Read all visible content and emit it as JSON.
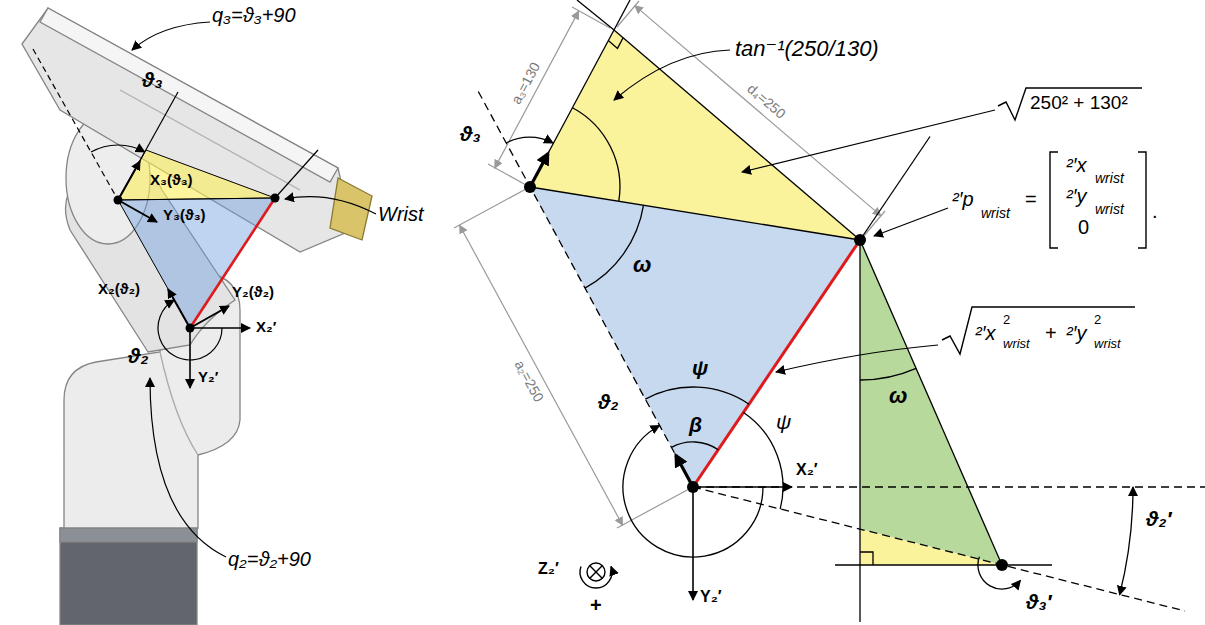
{
  "diagram": {
    "labels": [
      "q₃=ϑ₃+90",
      "ϑ₃",
      "X₃(ϑ₃)",
      "Y₃(ϑ₃)",
      "X₂(ϑ₂)",
      "Y₂(ϑ₂)",
      "X₂′",
      "Y₂′",
      "ϑ₂",
      "q₂=ϑ₂+90",
      "Wrist",
      "a₃=130",
      "ϑ₃",
      "d₄=250",
      "tan⁻¹(250/130)",
      "250² + 130²",
      "ω",
      "²′p",
      "wrist",
      "=",
      "²′x",
      "wrist",
      "²′y",
      "wrist",
      "0",
      ".",
      "a₂=250",
      "ψ",
      "β",
      "ψ",
      "ϑ₂",
      "X₂′",
      "²′x",
      "2",
      "wrist",
      "+",
      "²′y",
      "2",
      "wrist",
      "ω",
      "ϑ₂′",
      "ϑ₃′",
      "Z₂′",
      "+",
      "Y₂′"
    ]
  }
}
